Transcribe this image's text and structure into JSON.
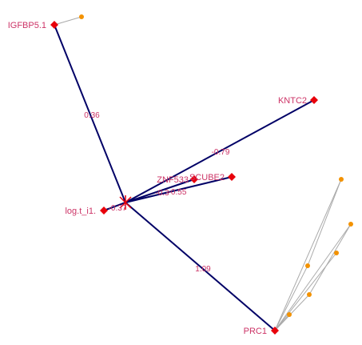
{
  "colors": {
    "background": "#ffffff",
    "main_edge": "#000066",
    "minor_edge": "#aaaaaa",
    "gene_node": "#e8000b",
    "leaf_node": "#f39200",
    "hub_marker": "#e8000b",
    "label_text": "#cc3366"
  },
  "hub": {
    "name": "hub-marker",
    "icon": "x-cross-marker"
  },
  "genes": [
    {
      "id": "igfbp5",
      "label": "IGFBP5.1",
      "edge_label": "0.36"
    },
    {
      "id": "kntc2",
      "label": "KNTC2",
      "edge_label": "-0.79"
    },
    {
      "id": "scube2",
      "label": "SCUBE2",
      "edge_label": "-0.55"
    },
    {
      "id": "znf533",
      "label": "ZNF533",
      "edge_label": "-0.3"
    },
    {
      "id": "logt",
      "label": "log.t_i1.",
      "edge_label": "-0.37"
    },
    {
      "id": "prc1",
      "label": "PRC1",
      "edge_label": "1.09"
    }
  ],
  "leaves": [
    {
      "id": "leaf-igfbp5",
      "parent": "igfbp5"
    },
    {
      "id": "leaf-prc1-a",
      "parent": "prc1"
    },
    {
      "id": "leaf-prc1-b",
      "parent": "prc1"
    },
    {
      "id": "leaf-prc1-c",
      "parent": "prc1"
    },
    {
      "id": "leaf-prc1-d",
      "parent": "prc1"
    },
    {
      "id": "leaf-prc1-e",
      "parent": "prc1"
    },
    {
      "id": "leaf-prc1-f",
      "parent": "prc1"
    }
  ]
}
